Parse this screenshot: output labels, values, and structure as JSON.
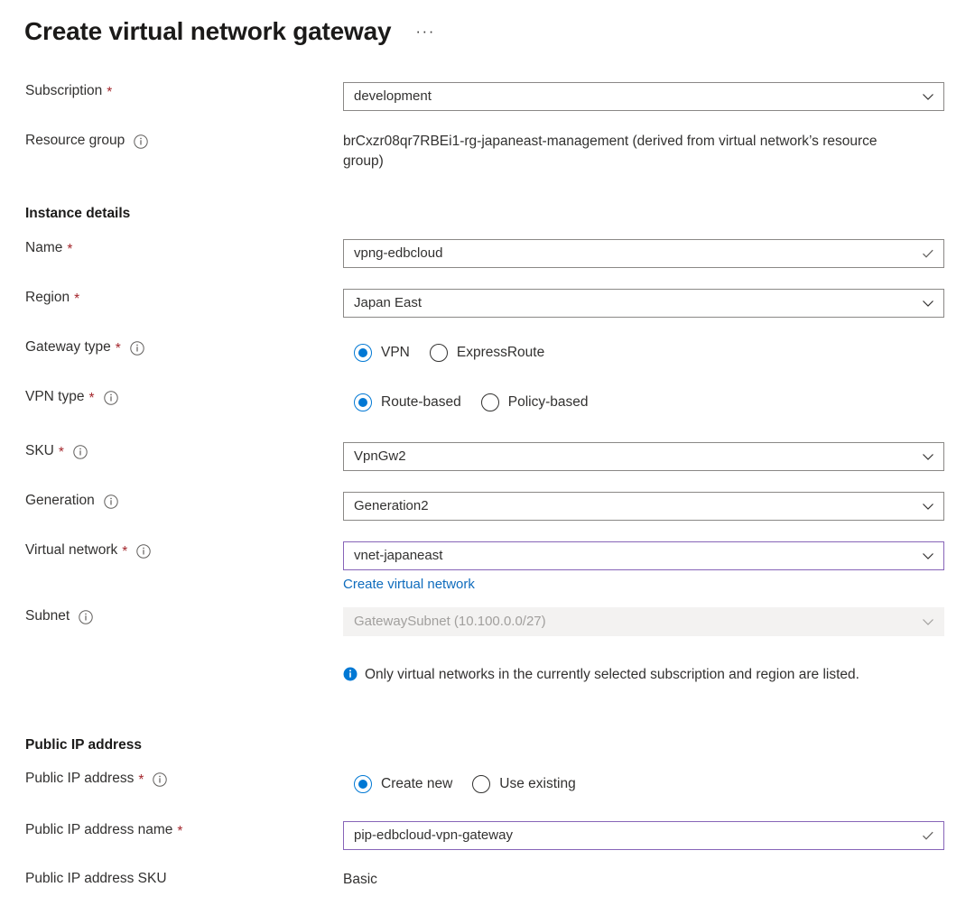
{
  "header": {
    "title": "Create virtual network gateway",
    "more_menu": "···"
  },
  "colors": {
    "accent_blue": "#0078d4",
    "link_blue": "#0f6cbd",
    "required_red": "#a4262c",
    "focus_purple": "#8764b8",
    "disabled_bg": "#f3f2f1",
    "border_gray": "#8a8886"
  },
  "project_details": {
    "subscription": {
      "label": "Subscription",
      "required": "*",
      "value": "development",
      "icon": "chevron-down-icon"
    },
    "resource_group": {
      "label": "Resource group",
      "required": "",
      "info_icon": "info-icon",
      "value": "brCxzr08qr7RBEi1-rg-japaneast-management (derived from virtual network’s resource group)"
    }
  },
  "instance_details": {
    "section_title": "Instance details",
    "name": {
      "label": "Name",
      "required": "*",
      "value": "vpng-edbcloud",
      "icon": "checkmark-icon"
    },
    "region": {
      "label": "Region",
      "required": "*",
      "value": "Japan East",
      "icon": "chevron-down-icon"
    },
    "gateway_type": {
      "label": "Gateway type",
      "required": "*",
      "info_icon": "info-icon",
      "options": [
        {
          "label": "VPN",
          "checked": true
        },
        {
          "label": "ExpressRoute",
          "checked": false
        }
      ]
    },
    "vpn_type": {
      "label": "VPN type",
      "required": "*",
      "info_icon": "info-icon",
      "options": [
        {
          "label": "Route-based",
          "checked": true
        },
        {
          "label": "Policy-based",
          "checked": false
        }
      ]
    },
    "sku": {
      "label": "SKU",
      "required": "*",
      "info_icon": "info-icon",
      "value": "VpnGw2",
      "icon": "chevron-down-icon"
    },
    "generation": {
      "label": "Generation",
      "required": "",
      "info_icon": "info-icon",
      "value": "Generation2",
      "icon": "chevron-down-icon"
    },
    "virtual_network": {
      "label": "Virtual network",
      "required": "*",
      "info_icon": "info-icon",
      "value": "vnet-japaneast",
      "icon": "chevron-down-icon",
      "link": "Create virtual network"
    },
    "subnet": {
      "label": "Subnet",
      "required": "",
      "info_icon": "info-icon",
      "value": "GatewaySubnet (10.100.0.0/27)",
      "icon": "chevron-down-icon",
      "disabled": true
    },
    "note": {
      "icon": "info-filled-icon",
      "text": "Only virtual networks in the currently selected subscription and region are listed."
    }
  },
  "public_ip": {
    "section_title": "Public IP address",
    "public_ip_address": {
      "label": "Public IP address",
      "required": "*",
      "info_icon": "info-icon",
      "options": [
        {
          "label": "Create new",
          "checked": true
        },
        {
          "label": "Use existing",
          "checked": false
        }
      ]
    },
    "public_ip_name": {
      "label": "Public IP address name",
      "required": "*",
      "value": "pip-edbcloud-vpn-gateway",
      "icon": "checkmark-icon"
    },
    "public_ip_sku": {
      "label": "Public IP address SKU",
      "required": "",
      "value": "Basic"
    }
  }
}
